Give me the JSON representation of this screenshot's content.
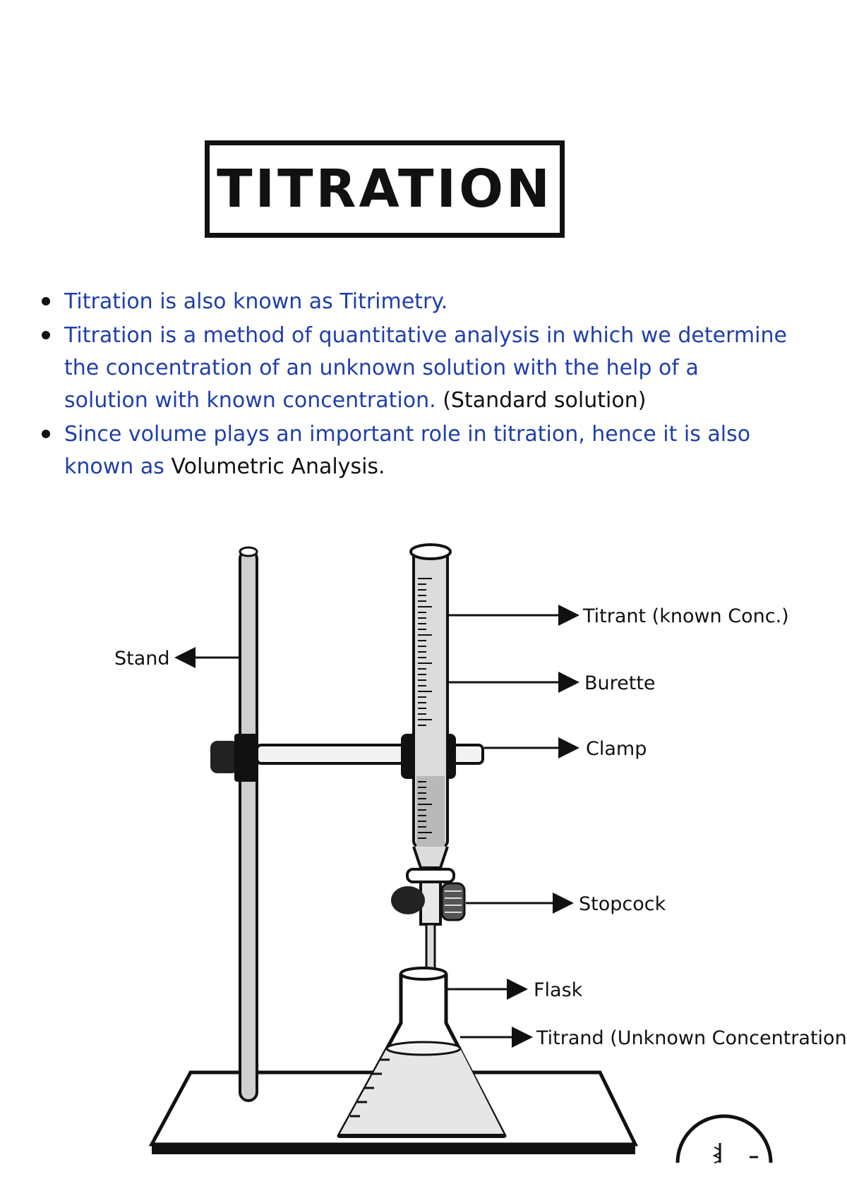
{
  "title": "TITRATION",
  "bullets": [
    {
      "text": "Titration is also known as Titrimetry."
    },
    {
      "text": "Titration is a method of quantitative analysis in which we determine the concentration of an unknown solution with the help of a solution with known concentration.",
      "note": "(Standard solution)"
    },
    {
      "text": "Since volume plays an important role in titration, hence it is also known as",
      "term": "Volumetric Analysis."
    }
  ],
  "labels": {
    "stand": "Stand",
    "titrant": "Titrant (known Conc.)",
    "burette": "Burette",
    "clamp": "Clamp",
    "stopcock": "Stopcock",
    "flask": "Flask",
    "titrand": "Titrand (Unknown Concentration)"
  },
  "colors": {
    "ink": "#111111",
    "text_blue": "#1f3fa8",
    "tube_gray": "#d6d6d6",
    "liquid": "#e6e6e6"
  },
  "icons": [
    "logo-seal"
  ]
}
